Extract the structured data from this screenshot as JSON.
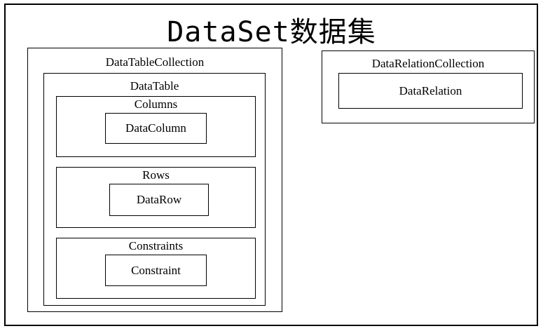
{
  "diagram": {
    "title": "DataSet数据集",
    "data_table_collection": {
      "label": "DataTableCollection",
      "data_table": {
        "label": "DataTable",
        "columns": {
          "label": "Columns",
          "item": "DataColumn"
        },
        "rows": {
          "label": "Rows",
          "item": "DataRow"
        },
        "constraints": {
          "label": "Constraints",
          "item": "Constraint"
        }
      }
    },
    "data_relation_collection": {
      "label": "DataRelationCollection",
      "item": "DataRelation"
    }
  }
}
